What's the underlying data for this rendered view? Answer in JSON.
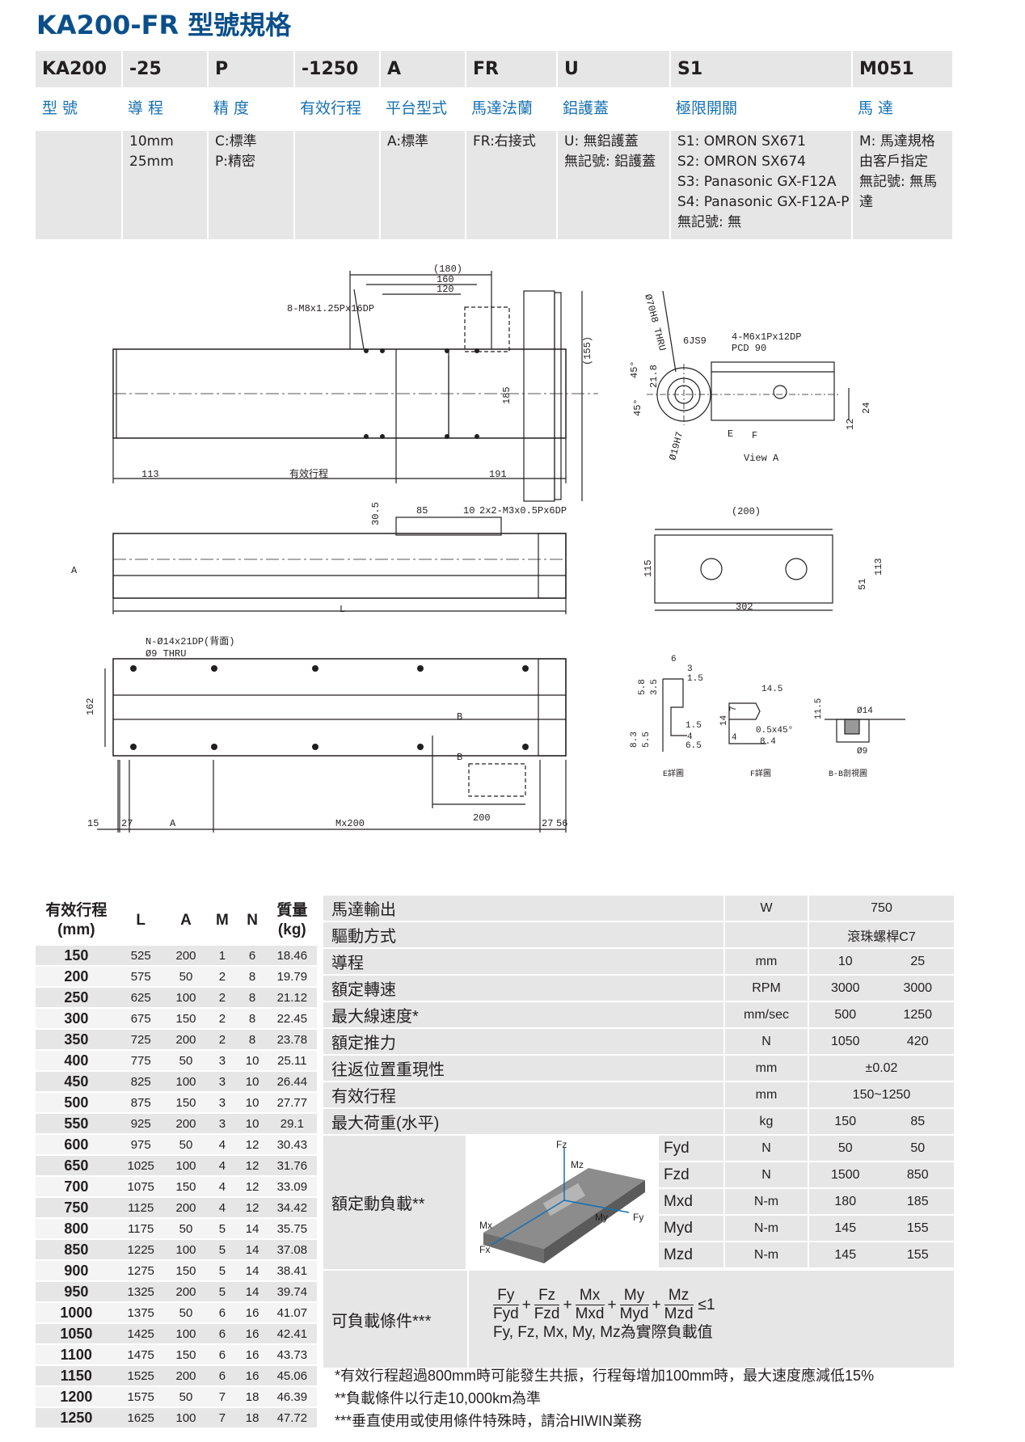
{
  "title": "KA200-FR 型號規格",
  "code": {
    "headers": [
      "KA200",
      "-25",
      "P",
      "-1250",
      "A",
      "FR",
      "U",
      "S1",
      "M051"
    ],
    "labels": [
      "型 號",
      "導 程",
      "精 度",
      "有效行程",
      "平台型式",
      "馬達法蘭",
      "鋁護蓋",
      "極限開關",
      "馬 達"
    ],
    "options": {
      "lead": [
        "10mm",
        "25mm"
      ],
      "precision": [
        "C:標準",
        "P:精密"
      ],
      "platform": [
        "A:標準"
      ],
      "flange": [
        "FR:右接式"
      ],
      "cover": [
        "U: 無鋁護蓋",
        "無記號: 鋁護蓋"
      ],
      "switch": [
        "S1: OMRON SX671",
        "S2: OMRON SX674",
        "S3: Panasonic GX-F12A",
        "S4: Panasonic GX-F12A-P",
        "無記號: 無"
      ],
      "motor": [
        "M: 馬達規格",
        "由客戶指定",
        "無記號: 無馬",
        "達"
      ]
    }
  },
  "drawing": {
    "d180": "(180)",
    "d160": "160",
    "d120": "120",
    "hole1": "8-M8x1.25Px16DP",
    "d155": "(155)",
    "d185": "185",
    "d113": "113",
    "stroke": "有效行程",
    "d191": "191",
    "bore": "Ø70H8 THRU",
    "key": "6JS9",
    "tap": "4-M6x1Px12DP",
    "pcd": "PCD 90",
    "d21_8": "21.8",
    "a45a": "45°",
    "a45b": "45°",
    "shaft": "Ø19H7",
    "e": "E",
    "f": "F",
    "viewA": "View A",
    "d12": "12",
    "d24": "24",
    "d30_5": "30.5",
    "d85": "85",
    "d10": "10",
    "hole2": "2x2-M3x0.5Px6DP",
    "a": "A",
    "l": "L",
    "d200p": "(200)",
    "d115": "115",
    "d51": "51",
    "d113b": "113",
    "d302": "302",
    "hole3": "N-Ø14x21DP(背面)",
    "hole3b": "Ø9 THRU",
    "d162": "162",
    "b": "B",
    "d200": "200",
    "d15": "15",
    "d27a": "27",
    "dA": "A",
    "dM": "Mx200",
    "d27b": "27",
    "d56": "56",
    "e_det": [
      "6",
      "3",
      "1.5",
      "5.8",
      "3.5",
      "8.3",
      "5.5",
      "1.5",
      "4",
      "6.5"
    ],
    "e_title": "E詳圖",
    "f_det": [
      "14.5",
      "14",
      "7",
      "4",
      "0.5x45°",
      "8.4"
    ],
    "f_title": "F詳圖",
    "bb_det": [
      "11.5",
      "Ø14",
      "Ø9"
    ],
    "bb_title": "B-B剖視圖"
  },
  "dimension_table": {
    "headers": [
      "有效行程\n(mm)",
      "L",
      "A",
      "M",
      "N",
      "質量\n(kg)"
    ],
    "rows": [
      [
        "150",
        "525",
        "200",
        "1",
        "6",
        "18.46"
      ],
      [
        "200",
        "575",
        "50",
        "2",
        "8",
        "19.79"
      ],
      [
        "250",
        "625",
        "100",
        "2",
        "8",
        "21.12"
      ],
      [
        "300",
        "675",
        "150",
        "2",
        "8",
        "22.45"
      ],
      [
        "350",
        "725",
        "200",
        "2",
        "8",
        "23.78"
      ],
      [
        "400",
        "775",
        "50",
        "3",
        "10",
        "25.11"
      ],
      [
        "450",
        "825",
        "100",
        "3",
        "10",
        "26.44"
      ],
      [
        "500",
        "875",
        "150",
        "3",
        "10",
        "27.77"
      ],
      [
        "550",
        "925",
        "200",
        "3",
        "10",
        "29.1"
      ],
      [
        "600",
        "975",
        "50",
        "4",
        "12",
        "30.43"
      ],
      [
        "650",
        "1025",
        "100",
        "4",
        "12",
        "31.76"
      ],
      [
        "700",
        "1075",
        "150",
        "4",
        "12",
        "33.09"
      ],
      [
        "750",
        "1125",
        "200",
        "4",
        "12",
        "34.42"
      ],
      [
        "800",
        "1175",
        "50",
        "5",
        "14",
        "35.75"
      ],
      [
        "850",
        "1225",
        "100",
        "5",
        "14",
        "37.08"
      ],
      [
        "900",
        "1275",
        "150",
        "5",
        "14",
        "38.41"
      ],
      [
        "950",
        "1325",
        "200",
        "5",
        "14",
        "39.74"
      ],
      [
        "1000",
        "1375",
        "50",
        "6",
        "16",
        "41.07"
      ],
      [
        "1050",
        "1425",
        "100",
        "6",
        "16",
        "42.41"
      ],
      [
        "1100",
        "1475",
        "150",
        "6",
        "16",
        "43.73"
      ],
      [
        "1150",
        "1525",
        "200",
        "6",
        "16",
        "45.06"
      ],
      [
        "1200",
        "1575",
        "50",
        "7",
        "18",
        "46.39"
      ],
      [
        "1250",
        "1625",
        "100",
        "7",
        "18",
        "47.72"
      ]
    ]
  },
  "spec": {
    "rows": [
      {
        "name": "馬達輸出",
        "unit": "W",
        "v": [
          "750"
        ]
      },
      {
        "name": "驅動方式",
        "unit": "",
        "v": [
          "滾珠螺桿C7"
        ]
      },
      {
        "name": "導程",
        "unit": "mm",
        "v": [
          "10",
          "25"
        ]
      },
      {
        "name": "額定轉速",
        "unit": "RPM",
        "v": [
          "3000",
          "3000"
        ]
      },
      {
        "name": "最大線速度*",
        "unit": "mm/sec",
        "v": [
          "500",
          "1250"
        ]
      },
      {
        "name": "額定推力",
        "unit": "N",
        "v": [
          "1050",
          "420"
        ]
      },
      {
        "name": "往返位置重現性",
        "unit": "mm",
        "v": [
          "±0.02"
        ]
      },
      {
        "name": "有效行程",
        "unit": "mm",
        "v": [
          "150~1250"
        ]
      },
      {
        "name": "最大荷重(水平)",
        "unit": "kg",
        "v": [
          "150",
          "85"
        ]
      }
    ],
    "load_name": "額定動負載**",
    "load_rows": [
      {
        "k": "Fyd",
        "unit": "N",
        "v": [
          "50",
          "50"
        ]
      },
      {
        "k": "Fzd",
        "unit": "N",
        "v": [
          "1500",
          "850"
        ]
      },
      {
        "k": "Mxd",
        "unit": "N-m",
        "v": [
          "180",
          "185"
        ]
      },
      {
        "k": "Myd",
        "unit": "N-m",
        "v": [
          "145",
          "155"
        ]
      },
      {
        "k": "Mzd",
        "unit": "N-m",
        "v": [
          "145",
          "155"
        ]
      }
    ],
    "axes": {
      "fz": "Fz",
      "mz": "Mz",
      "mx": "Mx",
      "my": "My",
      "fy": "Fy",
      "fx": "Fx"
    },
    "cond_name": "可負載條件***",
    "formula": {
      "num": [
        "Fy",
        "Fz",
        "Mx",
        "My",
        "Mz"
      ],
      "den": [
        "Fyd",
        "Fzd",
        "Mxd",
        "Myd",
        "Mzd"
      ],
      "leq": "≤1",
      "note": "Fy, Fz, Mx, My, Mz為實際負載值"
    }
  },
  "notes": [
    "*有效行程超過800mm時可能發生共振，行程每增加100mm時，最大速度應減低15%",
    "**負載條件以行走10,000km為準",
    "***垂直使用或使用條件特殊時，請洽HIWIN業務"
  ]
}
